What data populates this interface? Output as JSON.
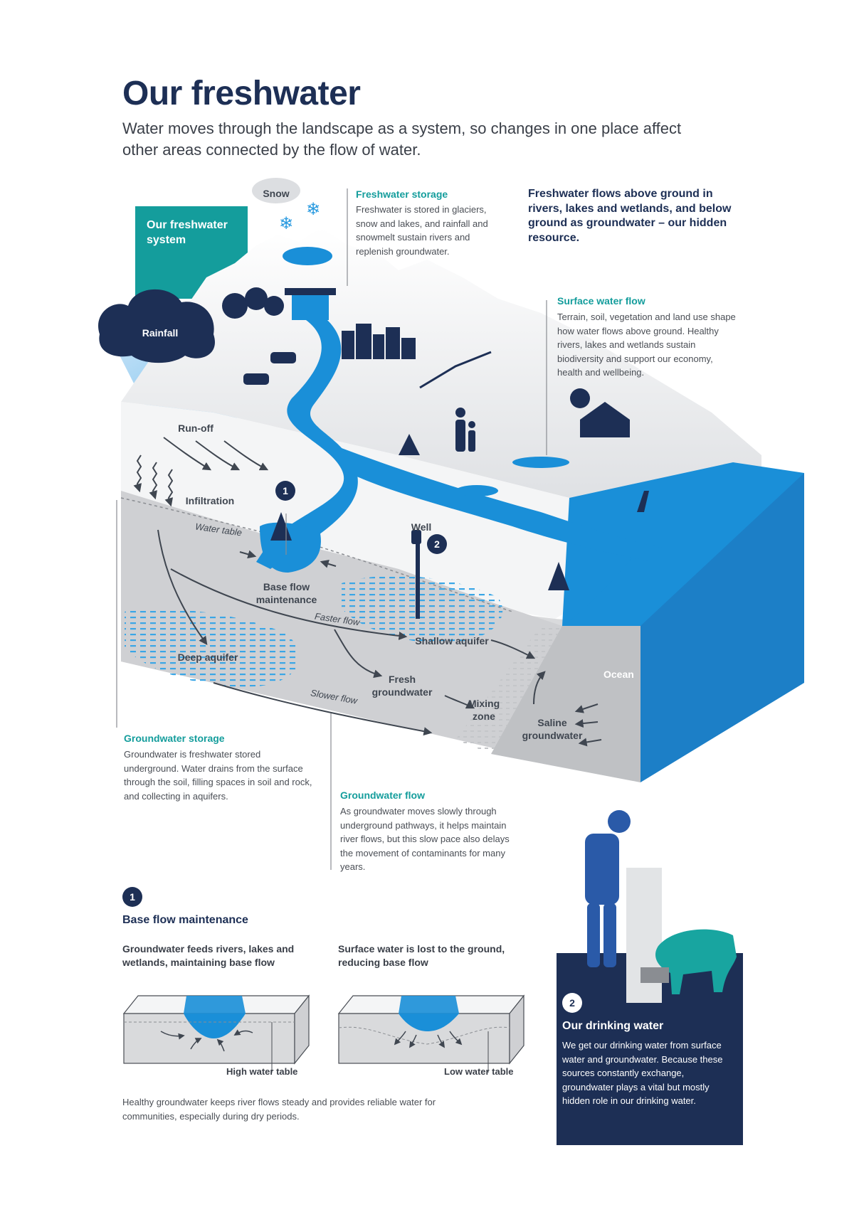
{
  "header": {
    "title": "Our freshwater",
    "subtitle": "Water moves through the landscape as a system, so changes in one place affect other areas connected by the flow of water."
  },
  "system_box": {
    "label": "Our freshwater system"
  },
  "weather": {
    "snow": "Snow",
    "rainfall": "Rainfall"
  },
  "intro_statement": "Freshwater flows above ground in rivers, lakes and wetlands, and below ground as groundwater – our hidden resource.",
  "callouts": {
    "freshwater_storage": {
      "title": "Freshwater storage",
      "text": "Freshwater is stored in glaciers, snow and lakes, and rainfall and snowmelt sustain rivers and replenish groundwater."
    },
    "surface_water_flow": {
      "title": "Surface water flow",
      "text": "Terrain, soil, vegetation and land use shape how water flows above ground. Healthy rivers, lakes and wetlands sustain biodiversity and support our economy, health and wellbeing."
    },
    "groundwater_storage": {
      "title": "Groundwater storage",
      "text": "Groundwater is freshwater stored underground. Water drains from the surface through the soil, filling spaces in soil and rock, and collecting in aquifers."
    },
    "groundwater_flow": {
      "title": "Groundwater flow",
      "text": "As groundwater moves slowly through underground pathways, it helps maintain river flows, but this slow pace also delays the movement of contaminants for many years."
    }
  },
  "diagram_labels": {
    "run_off": "Run-off",
    "infiltration": "Infiltration",
    "water_table": "Water table",
    "base_flow": "Base flow maintenance",
    "well": "Well",
    "faster_flow": "Faster flow",
    "shallow_aquifer": "Shallow aquifer",
    "deep_aquifer": "Deep aquifer",
    "fresh_groundwater": "Fresh groundwater",
    "mixing_zone": "Mixing zone",
    "slower_flow": "Slower flow",
    "saline_groundwater": "Saline groundwater",
    "ocean": "Ocean",
    "badge_1": "1",
    "badge_2": "2"
  },
  "base_flow_section": {
    "badge": "1",
    "title": "Base flow maintenance",
    "left_caption": "Groundwater feeds rivers, lakes and wetlands, maintaining base flow",
    "right_caption": "Surface water is lost to the ground, reducing base flow",
    "left_label": "High water table",
    "right_label": "Low water table",
    "footer": "Healthy groundwater keeps river flows steady and provides reliable water for communities, especially during dry periods."
  },
  "drinking_water": {
    "badge": "2",
    "title": "Our drinking water",
    "text": "We get our drinking water from surface water and groundwater. Because these sources constantly exchange, groundwater plays a vital but mostly hidden role in our drinking water."
  },
  "colors": {
    "navy": "#1d2f55",
    "teal": "#149d9c",
    "water_blue": "#1a8fd8",
    "ocean_dark": "#1c7fc7",
    "ground_grey": "#d9dadc"
  }
}
